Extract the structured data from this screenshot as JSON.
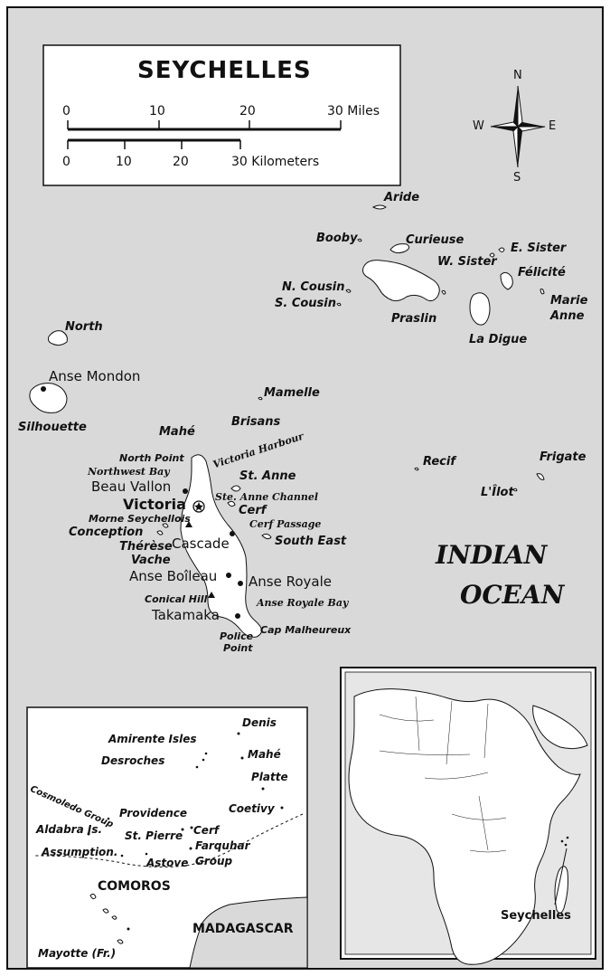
{
  "title": "SEYCHELLES",
  "scale": {
    "miles": [
      "0",
      "10",
      "20",
      "30 Miles"
    ],
    "kilometers": [
      "0",
      "10",
      "20",
      "30 Kilometers"
    ]
  },
  "compass": {
    "n": "N",
    "s": "S",
    "e": "E",
    "w": "W"
  },
  "ocean": {
    "line1": "INDIAN",
    "line2": "OCEAN"
  },
  "islands": {
    "aride": "Aride",
    "booby": "Booby",
    "curieuse": "Curieuse",
    "e_sister": "E. Sister",
    "w_sister": "W. Sister",
    "felicite": "Félicité",
    "n_cousin": "N. Cousin",
    "s_cousin": "S. Cousin",
    "marie_anne_1": "Marie",
    "marie_anne_2": "Anne",
    "praslin": "Praslin",
    "la_digue": "La Digue",
    "north": "North",
    "silhouette": "Silhouette",
    "mamelle": "Mamelle",
    "brisans": "Brisans",
    "mahe": "Mahé",
    "st_anne": "St. Anne",
    "cerf": "Cerf",
    "south_east": "South East",
    "recif": "Recif",
    "frigate": "Frigate",
    "lilot": "L'Îlot",
    "therese": "Thérèse",
    "vache": "Vache"
  },
  "features": {
    "north_point": "North Point",
    "northwest_bay": "Northwest Bay",
    "victoria_harbour": "Victoria Harbour",
    "ste_anne_channel": "Ste. Anne Channel",
    "morne_seychellois": "Morne Seychellois",
    "cerf_passage": "Cerf Passage",
    "conical_hill": "Conical Hill",
    "anse_royale_bay": "Anse Royale Bay",
    "cap_malheureux": "Cap Malheureux",
    "police_point_1": "Police",
    "police_point_2": "Point"
  },
  "towns": {
    "anse_mondon": "Anse Mondon",
    "beau_vallon": "Beau Vallon",
    "victoria": "Victoria",
    "conception": "Conception",
    "cascade": "Cascade",
    "anse_boileau": "Anse Boîleau",
    "anse_royale": "Anse Royale",
    "takamaka": "Takamaka"
  },
  "inset_islands": {
    "denis": "Denis",
    "amirante": "Amirente Isles",
    "desroches": "Desroches",
    "mahe": "Mahé",
    "platte": "Platte",
    "coetivy": "Coetivy",
    "cosmoledo": "Cosmoledo Group",
    "providence": "Providence",
    "aldabra": "Aldabra Is.",
    "st_pierre": "St. Pierre",
    "cerf": "Cerf",
    "farquhar_1": "Farquhar",
    "farquhar_2": "Group",
    "assumption": "Assumption.",
    "astove": "Astove",
    "comoros": "COMOROS",
    "madagascar": "MADAGASCAR",
    "mayotte": "Mayotte (Fr.)"
  },
  "africa_inset": {
    "label": "Seychelles"
  },
  "colors": {
    "sea": "#d9d9d9",
    "land": "#ffffff",
    "ink": "#111111"
  }
}
